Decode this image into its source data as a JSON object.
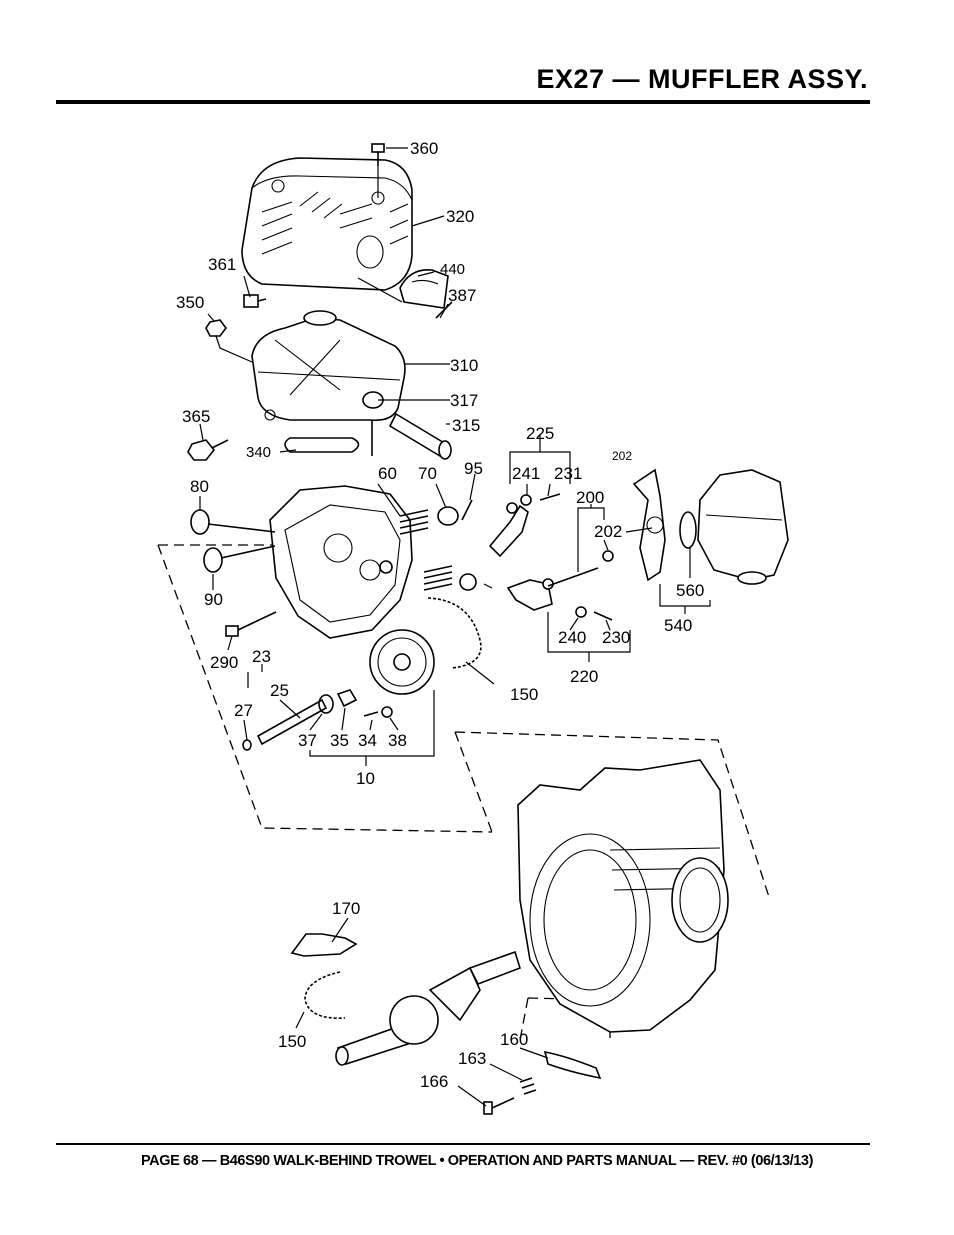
{
  "header": {
    "title": "EX27 — MUFFLER ASSY."
  },
  "footer": {
    "text": "PAGE 68 — B46S90 WALK-BEHIND TROWEL • OPERATION AND PARTS MANUAL — REV. #0 (06/13/13)"
  },
  "callouts": {
    "c360": "360",
    "c320": "320",
    "c361": "361",
    "c440": "440",
    "c387": "387",
    "c350": "350",
    "c310": "310",
    "c317": "317",
    "c315": "315",
    "c365": "365",
    "c340": "340",
    "c225": "225",
    "c241": "241",
    "c231": "231",
    "c202a": "202",
    "c60": "60",
    "c70": "70",
    "c95": "95",
    "c200": "200",
    "c202b": "202",
    "c80": "80",
    "c90": "90",
    "c560": "560",
    "c540": "540",
    "c240": "240",
    "c230": "230",
    "c220": "220",
    "c290": "290",
    "c23": "23",
    "c25": "25",
    "c27": "27",
    "c150a": "150",
    "c37": "37",
    "c35": "35",
    "c34": "34",
    "c38": "38",
    "c10": "10",
    "c170": "170",
    "c150b": "150",
    "c160": "160",
    "c163": "163",
    "c166": "166"
  }
}
